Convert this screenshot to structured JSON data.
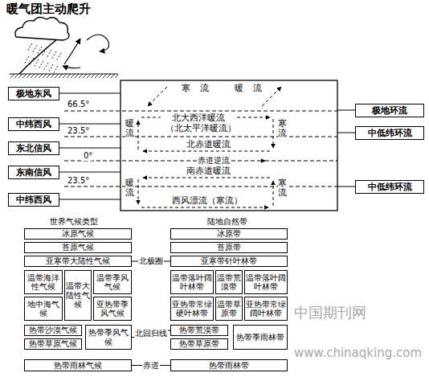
{
  "diagram": {
    "title": "暖气团主动爬升",
    "nodes": [
      {
        "text": [
          "极地东风"
        ]
      },
      {
        "text": [
          "极地环流"
        ]
      },
      {
        "text": [
          "中纬西风"
        ]
      },
      {
        "text": [
          "中低纬环流"
        ]
      },
      {
        "text": [
          "东北信风"
        ]
      },
      {
        "text": [
          "东南信风"
        ]
      },
      {
        "text": [
          "中低纬环流"
        ]
      },
      {
        "text": [
          "中纬西风"
        ]
      },
      {
        "text": [
          "冰原气候"
        ]
      },
      {
        "text": [
          "冰原带"
        ]
      },
      {
        "text": [
          "苔原气候"
        ]
      },
      {
        "text": [
          "苔原带"
        ]
      },
      {
        "text": [
          "亚寒带大陆性气候"
        ]
      },
      {
        "text": [
          "亚寒带针叶林带"
        ]
      },
      {
        "text": [
          "温带海洋性气候"
        ]
      },
      {
        "text": [
          "温带大陆性气候"
        ]
      },
      {
        "text": [
          "温带季风气候"
        ]
      },
      {
        "text": [
          "温带落叶阔叶林带"
        ]
      },
      {
        "text": [
          "温带荒漠带"
        ]
      },
      {
        "text": [
          "温带落叶阔叶林带"
        ]
      },
      {
        "text": [
          "地中海气候"
        ]
      },
      {
        "text": [
          "亚热带季风气候"
        ]
      },
      {
        "text": [
          "温带草原带"
        ]
      },
      {
        "text": [
          "亚热带常绿硬叶林带"
        ]
      },
      {
        "text": [
          "亚热带常绿阔叶林带"
        ]
      },
      {
        "text": [
          "热带沙漠气候"
        ]
      },
      {
        "text": [
          "热带季风气候"
        ]
      },
      {
        "text": [
          "热带荒漠带"
        ]
      },
      {
        "text": [
          "热带季雨林带"
        ]
      },
      {
        "text": [
          "热带草原气候"
        ]
      },
      {
        "text": [
          "热带草原带"
        ]
      },
      {
        "text": [
          "热带雨林气候"
        ]
      },
      {
        "text": [
          "热带雨林带"
        ]
      }
    ],
    "edges": [
      {
        "from": 12,
        "to": 13,
        "label": "北极圈",
        "arrow": "none"
      },
      {
        "from": 26,
        "to": 27,
        "label": "北回归线",
        "arrow": "none"
      },
      {
        "from": 31,
        "to": 32,
        "label": "赤道",
        "arrow": "none"
      }
    ],
    "labels": [
      "66.5°",
      "23.5°",
      "0°",
      "23.5°",
      "寒流",
      "暖流",
      "北大西洋暖流",
      "（北太平洋暖流）",
      "暖流",
      "寒流",
      "北赤道暖流",
      "赤道逆流",
      "南赤道暖流",
      "暖流",
      "寒流",
      "西风漂流（寒流）",
      "世界气候类型",
      "陆地自然带",
      "中国期刊网",
      "www.chinaqking.com"
    ]
  }
}
